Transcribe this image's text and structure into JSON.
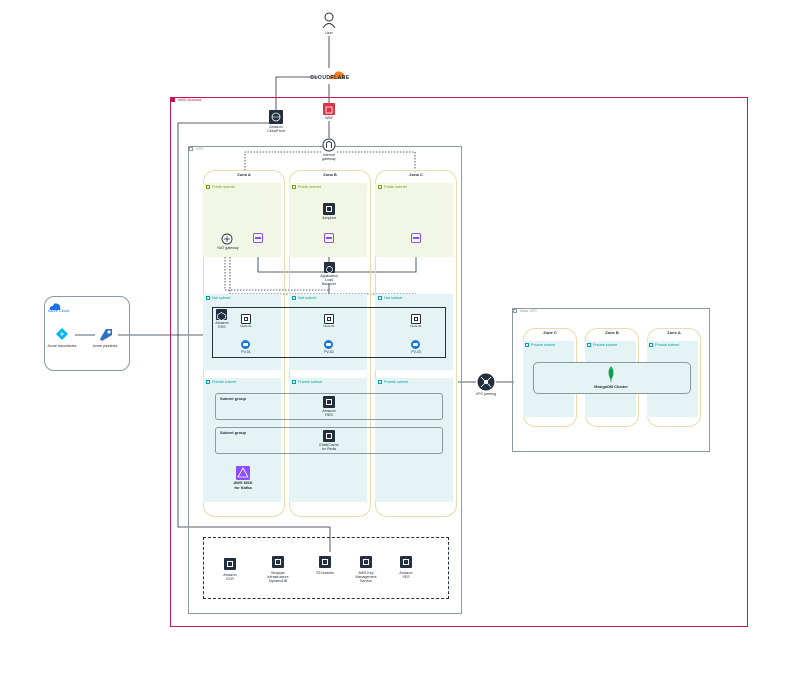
{
  "user": {
    "label": "User"
  },
  "cloudflare": {
    "wordmark": "CLOUDFLARE"
  },
  "aws_account": {
    "label": "AWS Account",
    "color": "#c7134e"
  },
  "cloudfront": {
    "label_line1": "Amazon",
    "label_line2": "CloudFront"
  },
  "waf": {
    "label": "WAF"
  },
  "igw": {
    "label_line1": "Internet",
    "label_line2": "gateway"
  },
  "vpc": {
    "label": "VPC"
  },
  "zones": [
    {
      "name": "Zona A",
      "public_subnet": "Public subnet",
      "nat_subnet": "Nat subnet",
      "private_subnet": "Private subnet",
      "pv": "PV-01"
    },
    {
      "name": "Zona B",
      "public_subnet": "Public subnet",
      "nat_subnet": "Nat subnet",
      "private_subnet": "Private subnet",
      "pv": "PV-02"
    },
    {
      "name": "Zona C",
      "public_subnet": "Public subnet",
      "nat_subnet": "Nat subnet",
      "private_subnet": "Private subnet",
      "pv": "PV-03"
    }
  ],
  "nat_gateway": {
    "label": "NAT gateway"
  },
  "jumpbox": {
    "label": "Jumpbox"
  },
  "alb": {
    "label_line1": "Application",
    "label_line2": "Load",
    "label_line3": "Balancer"
  },
  "eks": {
    "label_line1": "Amazon",
    "label_line2": "EKS"
  },
  "nodes": {
    "label": "Node 01"
  },
  "subnet_groups": [
    {
      "title": "Subnet group",
      "service_line1": "Amazon",
      "service_line2": "RDS"
    },
    {
      "title": "Subnet group",
      "service_line1": "ElastiCache",
      "service_line2": "for Redis"
    }
  ],
  "msk": {
    "label_line1": "AWS MSK",
    "label_line2": "for Kafka"
  },
  "bottom_services": [
    {
      "line1": "Amazon",
      "line2": "ECR"
    },
    {
      "line1": "Wrapper",
      "line2": "Infrastructure",
      "line3": "DynamoDB"
    },
    {
      "line1": "S3 buckets",
      "line2": ""
    },
    {
      "line1": "AWS Key",
      "line2": "Management",
      "line3": "Service"
    },
    {
      "line1": "Amazon",
      "line2": "SES"
    }
  ],
  "azure": {
    "cloud_label": "Azure Cloud",
    "repos": "Azure repositories",
    "pipelines": "Azure pipelines"
  },
  "vpc_peering": {
    "label": "VPC peering"
  },
  "atlas": {
    "label": "Atlas VPC",
    "zones": [
      {
        "name": "Zone C",
        "private_subnet": "Private subnet"
      },
      {
        "name": "Zone B",
        "private_subnet": "Private subnet"
      },
      {
        "name": "Zone A",
        "private_subnet": "Private subnet"
      }
    ],
    "mongodb": "MongoDB Cluster"
  },
  "colors": {
    "public_subnet": "#7aa116",
    "private_subnet": "#00a4a6",
    "account": "#c7134e",
    "cloudflare": "#f38020",
    "mongodb": "#13aa52"
  }
}
